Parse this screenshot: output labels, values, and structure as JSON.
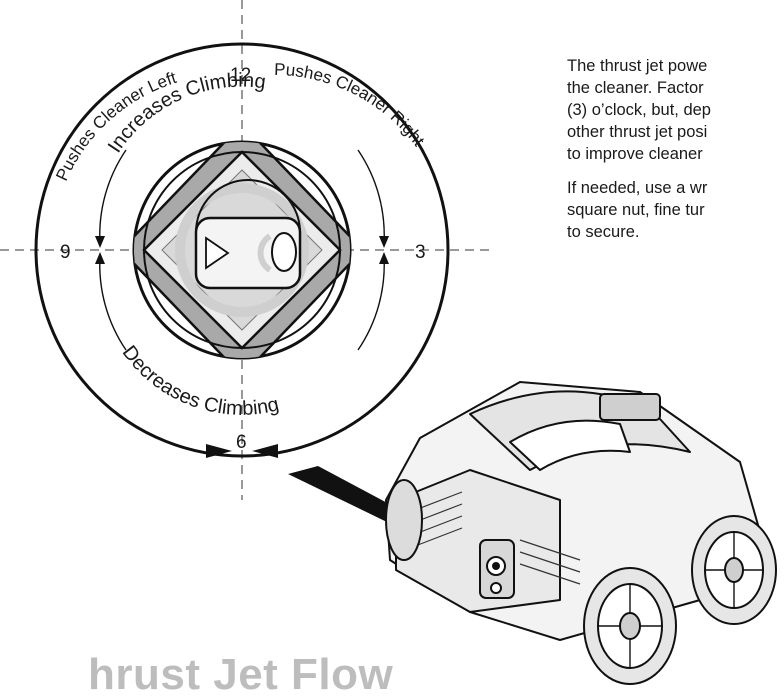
{
  "dial": {
    "pos_12": "12",
    "pos_3": "3",
    "pos_6": "6",
    "pos_9": "9",
    "arc_pushes_left": "Pushes Cleaner Left",
    "arc_pushes_right": "Pushes Cleaner Right",
    "arc_increases": "Increases Climbing",
    "arc_decreases": "Decreases Climbing"
  },
  "description": {
    "paragraph_1": [
      "The thrust jet powe",
      "the cleaner. Factor",
      "(3) o’clock, but, dep",
      "other thrust jet posi",
      "to improve cleaner"
    ],
    "paragraph_2": [
      "If needed, use a wr",
      "square nut, fine tur",
      "to secure."
    ]
  },
  "section_heading": "hrust Jet Flow",
  "colors": {
    "ink": "#1a1a1a",
    "dial_gray": "#a9a9a9",
    "light_gray": "#d6d6d6",
    "heading_gray": "#bdbdbd"
  }
}
